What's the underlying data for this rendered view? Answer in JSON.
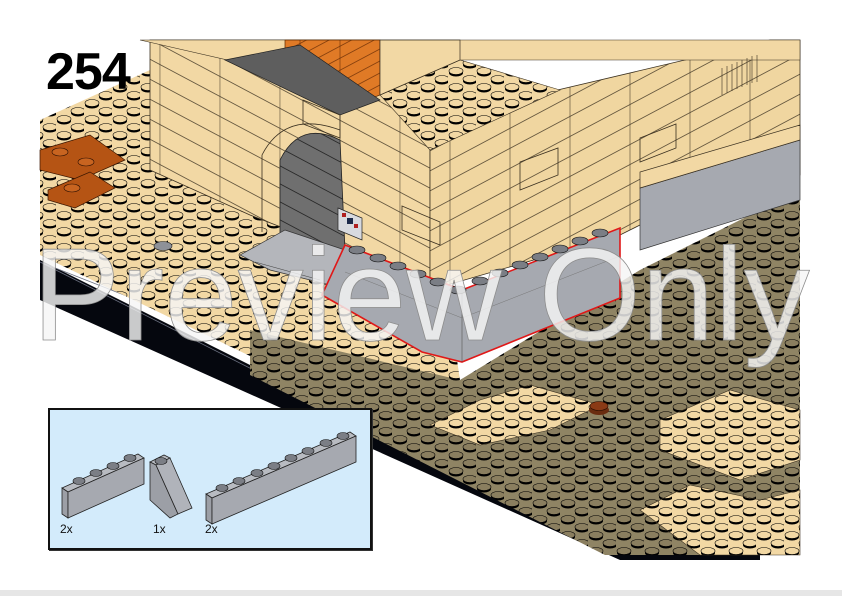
{
  "step": {
    "number": "254"
  },
  "parts_list": {
    "items": [
      {
        "name": "brick-1x4-light-bluish-gray",
        "quantity": "2x"
      },
      {
        "name": "slope-2x1x2-light-bluish-gray",
        "quantity": "1x"
      },
      {
        "name": "brick-1x8-light-bluish-gray",
        "quantity": "2x"
      }
    ]
  },
  "watermark": {
    "text": "Preview Only"
  },
  "colors": {
    "tan": "#f2d8a4",
    "dark_tan": "#8f8464",
    "light_bluish_gray": "#a6a9b0",
    "dark_bluish_gray": "#6b6b6b",
    "dark_orange": "#b55414",
    "orange": "#e07a26",
    "black_base": "#05070e",
    "parts_box_bg": "#d3ebfb",
    "highlight_outline": "#e01818"
  }
}
